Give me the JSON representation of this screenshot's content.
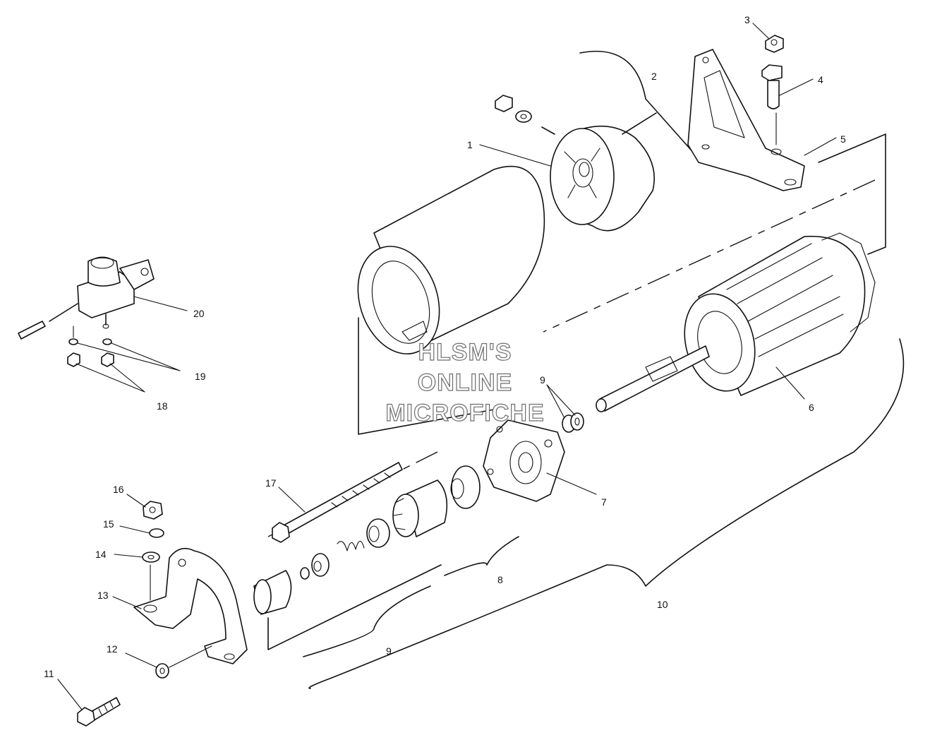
{
  "callouts": [
    {
      "id": "c1",
      "text": "1"
    },
    {
      "id": "c2",
      "text": "2"
    },
    {
      "id": "c3",
      "text": "3"
    },
    {
      "id": "c4",
      "text": "4"
    },
    {
      "id": "c5",
      "text": "5"
    },
    {
      "id": "c6",
      "text": "6"
    },
    {
      "id": "c7",
      "text": "7"
    },
    {
      "id": "c8",
      "text": "8"
    },
    {
      "id": "c9a",
      "text": "9"
    },
    {
      "id": "c9b",
      "text": "9"
    },
    {
      "id": "c10",
      "text": "10"
    },
    {
      "id": "c11",
      "text": "11"
    },
    {
      "id": "c12",
      "text": "12"
    },
    {
      "id": "c13",
      "text": "13"
    },
    {
      "id": "c14",
      "text": "14"
    },
    {
      "id": "c15",
      "text": "15"
    },
    {
      "id": "c16",
      "text": "16"
    },
    {
      "id": "c17",
      "text": "17"
    },
    {
      "id": "c18",
      "text": "18"
    },
    {
      "id": "c19",
      "text": "19"
    },
    {
      "id": "c20",
      "text": "20"
    }
  ],
  "watermark": {
    "line1": "HLSM'S",
    "line2": "ONLINE",
    "line3": "MICROFICHE"
  }
}
